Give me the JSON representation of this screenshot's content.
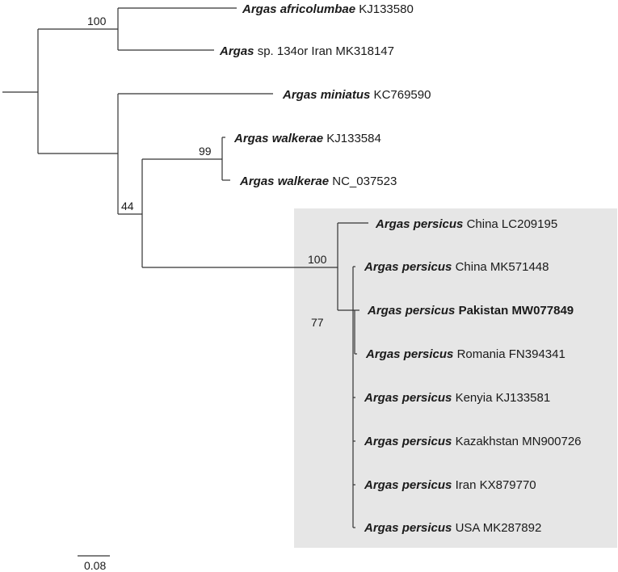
{
  "figure": {
    "highlight_fill": "#e6e6e6",
    "line_color": "#333333",
    "scale_bar_label": "0.08"
  },
  "taxa": [
    {
      "genus": "Argas",
      "rest": "africolumbae KJ133580",
      "italic_rest_word": "africolumbae",
      "id": "KJ133580",
      "bold": false
    },
    {
      "genus": "Argas",
      "rest": "sp. 134or Iran MK318147",
      "italic_rest_word": "",
      "id": "sp. 134or Iran MK318147",
      "bold": false
    },
    {
      "genus": "Argas",
      "rest": "miniatus KC769590",
      "italic_rest_word": "miniatus",
      "id": "KC769590",
      "bold": false
    },
    {
      "genus": "Argas",
      "rest": "walkerae KJ133584",
      "italic_rest_word": "walkerae",
      "id": "KJ133584",
      "bold": false
    },
    {
      "genus": "Argas",
      "rest": "walkerae NC_037523",
      "italic_rest_word": "walkerae",
      "id": "NC_037523",
      "bold": false
    },
    {
      "genus": "Argas",
      "rest": "persicus China LC209195",
      "italic_rest_word": "persicus",
      "id": "China LC209195",
      "bold": false
    },
    {
      "genus": "Argas",
      "rest": "persicus China MK571448",
      "italic_rest_word": "persicus",
      "id": "China MK571448",
      "bold": false
    },
    {
      "genus": "Argas",
      "rest": "persicus Pakistan MW077849",
      "italic_rest_word": "persicus",
      "id": "Pakistan MW077849",
      "bold": true
    },
    {
      "genus": "Argas",
      "rest": "persicus Romania FN394341",
      "italic_rest_word": "persicus",
      "id": "Romania FN394341",
      "bold": false
    },
    {
      "genus": "Argas",
      "rest": "persicus Kenyia KJ133581",
      "italic_rest_word": "persicus",
      "id": "Kenyia KJ133581",
      "bold": false
    },
    {
      "genus": "Argas",
      "rest": "persicus Kazakhstan MN900726",
      "italic_rest_word": "persicus",
      "id": "Kazakhstan MN900726",
      "bold": false
    },
    {
      "genus": "Argas",
      "rest": "persicus Iran KX879770",
      "italic_rest_word": "persicus",
      "id": "Iran KX879770",
      "bold": false
    },
    {
      "genus": "Argas",
      "rest": "persicus USA MK287892",
      "italic_rest_word": "persicus",
      "id": "USA MK287892",
      "bold": false
    }
  ],
  "bootstrap": [
    {
      "value": "100",
      "node": "africolumbae-sp-clade"
    },
    {
      "value": "99",
      "node": "walkerae-clade"
    },
    {
      "value": "44",
      "node": "walkerae-persicus-clade"
    },
    {
      "value": "100",
      "node": "persicus-clade"
    },
    {
      "value": "77",
      "node": "persicus-subclade"
    }
  ]
}
